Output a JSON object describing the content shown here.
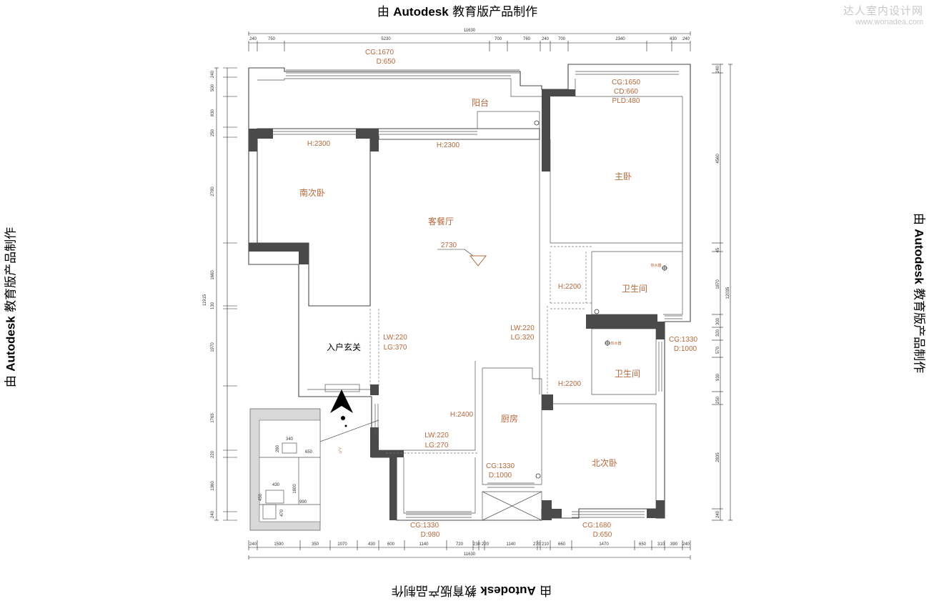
{
  "watermark": {
    "prefix": "由",
    "brand": "Autodesk",
    "suffix": "教育版产品制作"
  },
  "site_logo": {
    "name": "达人室内设计网",
    "url": "www.wonadea.com"
  },
  "rooms": {
    "balcony": "阳台",
    "south_bedroom": "南次卧",
    "living_dining": "客餐厅",
    "master_bedroom": "主卧",
    "bathroom_1": "卫生间",
    "bathroom_2": "卫生间",
    "entrance": "入户玄关",
    "kitchen": "厨房",
    "north_bedroom": "北次卧"
  },
  "annotations": {
    "top_window_cg": "CG:1670",
    "top_window_d": "D:650",
    "master_window_cg": "CG:1650",
    "master_window_cd": "CD:660",
    "master_window_pld": "PLD:480",
    "south_bed_h": "H:2300",
    "living_h": "H:2300",
    "ceiling_level": "2730",
    "bath1_h": "H:2200",
    "bath2_h": "H:2200",
    "entrance_lw": "LW:220",
    "entrance_lg": "LG:370",
    "living_lw": "LW:220",
    "living_lg": "LG:320",
    "bath2_window_cg": "CG:1330",
    "bath2_window_d": "D:1000",
    "kitchen_beam_h": "H:2400",
    "dining_lw": "LW:220",
    "dining_lg": "LG:270",
    "kitchen_window_cg": "CG:1330",
    "kitchen_window_d": "D:1000",
    "south_window_cg": "CG:1330",
    "south_window_d": "D:980",
    "north_window_cg": "CG:1680",
    "north_window_d": "D:650",
    "entry_label": "入户",
    "heater_1": "热水器",
    "heater_2": "热水器"
  },
  "dimensions": {
    "top_total": "11630",
    "top": [
      "240",
      "750",
      "5230",
      "700",
      "760",
      "240",
      "700",
      "2340",
      "430",
      "240"
    ],
    "bottom_total": "11630",
    "bottom": [
      "240",
      "1590",
      "350",
      "1070",
      "430",
      "600",
      "1140",
      "720",
      "230",
      "220",
      "1140",
      "270",
      "210",
      "660",
      "1470",
      "650",
      "310",
      "390",
      "240"
    ],
    "left_total": "11915",
    "left": [
      "240",
      "500",
      "830",
      "250",
      "2780",
      "1660",
      "130",
      "1970",
      "1765",
      "220",
      "1360",
      "240"
    ],
    "right_total": "12035",
    "right": [
      "240",
      "4560",
      "45",
      "1870",
      "300",
      "320",
      "570",
      "930",
      "250",
      "2835",
      "240"
    ]
  },
  "detail": {
    "dims": [
      "340",
      "260",
      "650",
      "430",
      "1800",
      "450",
      "990",
      "470"
    ]
  }
}
